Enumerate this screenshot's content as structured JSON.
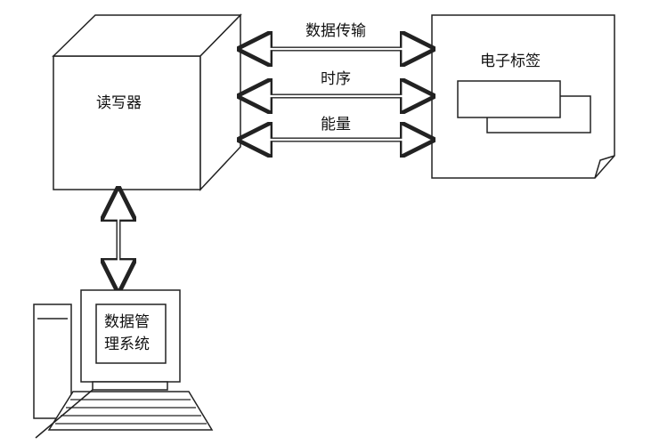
{
  "diagram": {
    "reader_label": "读写器",
    "tag_label": "电子标签",
    "computer_label_line1": "数据管",
    "computer_label_line2": "理系统",
    "links": [
      {
        "label": "数据传输"
      },
      {
        "label": "时序"
      },
      {
        "label": "能量"
      }
    ]
  },
  "colors": {
    "stroke": "#222222",
    "background": "#ffffff"
  }
}
